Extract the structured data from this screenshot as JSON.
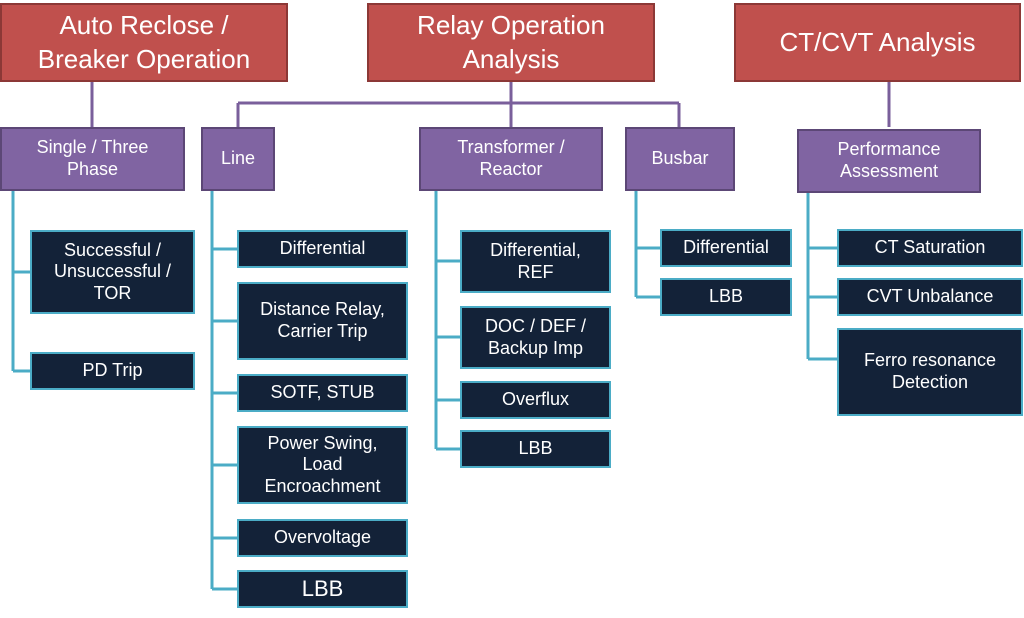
{
  "headers": {
    "auto_reclose": "Auto Reclose /\nBreaker Operation",
    "relay_operation": "Relay Operation\nAnalysis",
    "ct_cvt": "CT/CVT Analysis"
  },
  "categories": {
    "single_three_phase": "Single / Three\nPhase",
    "line": "Line",
    "transformer_reactor": "Transformer /\nReactor",
    "busbar": "Busbar",
    "performance": "Performance\nAssessment"
  },
  "leaves": {
    "single_three_phase": [
      "Successful /\nUnsuccessful /\nTOR",
      "PD Trip"
    ],
    "line": [
      "Differential",
      "Distance Relay,\nCarrier Trip",
      "SOTF, STUB",
      "Power Swing,\nLoad\nEncroachment",
      "Overvoltage",
      "LBB"
    ],
    "transformer_reactor": [
      "Differential,\nREF",
      "DOC / DEF /\nBackup Imp",
      "Overflux",
      "LBB"
    ],
    "busbar": [
      "Differential",
      "LBB"
    ],
    "performance": [
      "CT Saturation",
      "CVT Unbalance",
      "Ferro resonance\nDetection"
    ]
  },
  "colors": {
    "header_fill": "#c0504d",
    "category_fill": "#8064a2",
    "leaf_fill": "#132238",
    "leaf_border": "#4bacc6",
    "connector_header": "#7a5f9b",
    "connector_leaf": "#4bacc6"
  }
}
